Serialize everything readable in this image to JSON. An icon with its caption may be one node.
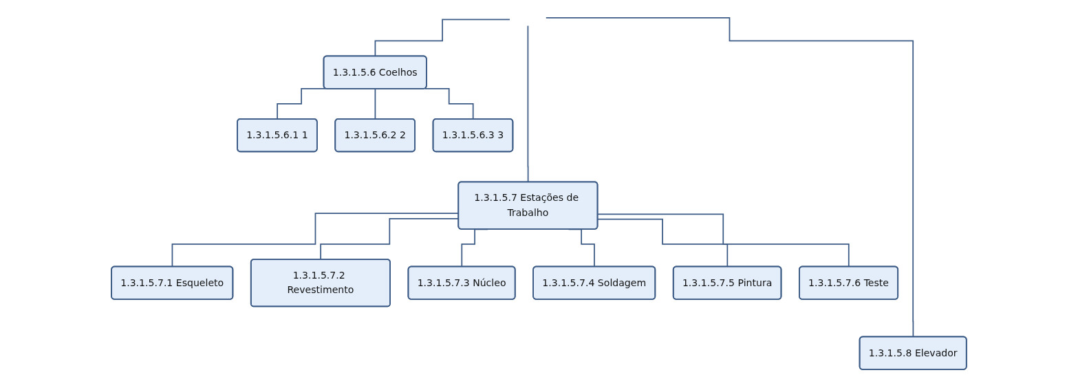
{
  "diagram": {
    "nodes": [
      {
        "text": [
          "1.3.1.5.6 Coelhos"
        ]
      },
      {
        "text": [
          "1.3.1.5.6.1 1"
        ]
      },
      {
        "text": [
          "1.3.1.5.6.2 2"
        ]
      },
      {
        "text": [
          "1.3.1.5.6.3 3"
        ]
      },
      {
        "text": [
          "1.3.1.5.7 Estações de Trabalho"
        ]
      },
      {
        "text": [
          "1.3.1.5.7.1 Esqueleto"
        ]
      },
      {
        "text": [
          "1.3.1.5.7.2 Revestimento"
        ]
      },
      {
        "text": [
          "1.3.1.5.7.3 Núcleo"
        ]
      },
      {
        "text": [
          "1.3.1.5.7.4 Soldagem"
        ]
      },
      {
        "text": [
          "1.3.1.5.7.5 Pintura"
        ]
      },
      {
        "text": [
          "1.3.1.5.7.6 Teste"
        ]
      },
      {
        "text": [
          "1.3.1.5.8 Elevador"
        ]
      }
    ],
    "edges": [
      {
        "from": null,
        "to": 0,
        "arrow": "none"
      },
      {
        "from": 0,
        "to": 1,
        "arrow": "none"
      },
      {
        "from": 0,
        "to": 2,
        "arrow": "none"
      },
      {
        "from": 0,
        "to": 3,
        "arrow": "none"
      },
      {
        "from": null,
        "to": 4,
        "arrow": "none"
      },
      {
        "from": 4,
        "to": 5,
        "arrow": "none"
      },
      {
        "from": 4,
        "to": 6,
        "arrow": "none"
      },
      {
        "from": 4,
        "to": 7,
        "arrow": "none"
      },
      {
        "from": 4,
        "to": 8,
        "arrow": "none"
      },
      {
        "from": 4,
        "to": 9,
        "arrow": "none"
      },
      {
        "from": 4,
        "to": 10,
        "arrow": "none"
      },
      {
        "from": null,
        "to": 11,
        "arrow": "none"
      }
    ]
  }
}
